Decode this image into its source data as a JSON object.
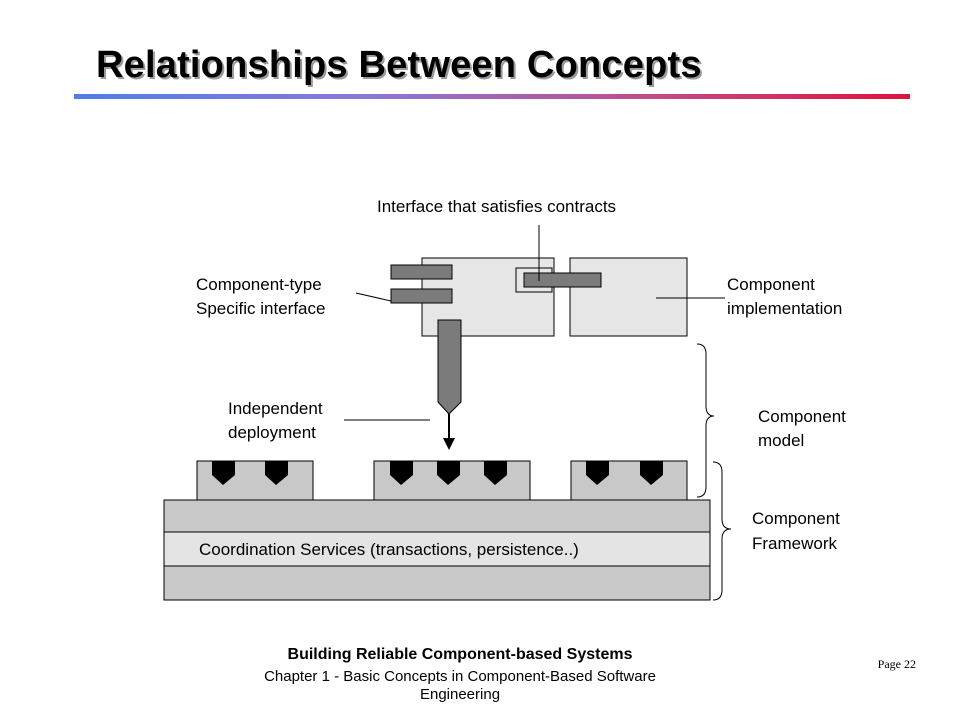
{
  "slide": {
    "title": "Relationships Between Concepts",
    "page_number": "Page 22"
  },
  "footer": {
    "title": "Building Reliable Component-based Systems",
    "subtitle": "Chapter 1 -  Basic Concepts in Component-Based Software Engineering"
  },
  "diagram": {
    "labels": {
      "interface_contracts": "Interface that satisfies contracts",
      "component_type_line1": "Component-type",
      "component_type_line2": "Specific interface",
      "component_impl_line1": "Component",
      "component_impl_line2": "implementation",
      "independent_line1": "Independent",
      "independent_line2": "deployment",
      "component_model_line1": "Component",
      "component_model_line2": "model",
      "component_framework_line1": "Component",
      "component_framework_line2": "Framework",
      "coordination_services": "Coordination Services  (transactions,  persistence..)"
    },
    "colors": {
      "component_fill": "#e6e6e6",
      "platform_fill": "#c8c8c8",
      "interface_fill": "#7b7b7b",
      "band_fill": "#e4e4e4"
    }
  }
}
